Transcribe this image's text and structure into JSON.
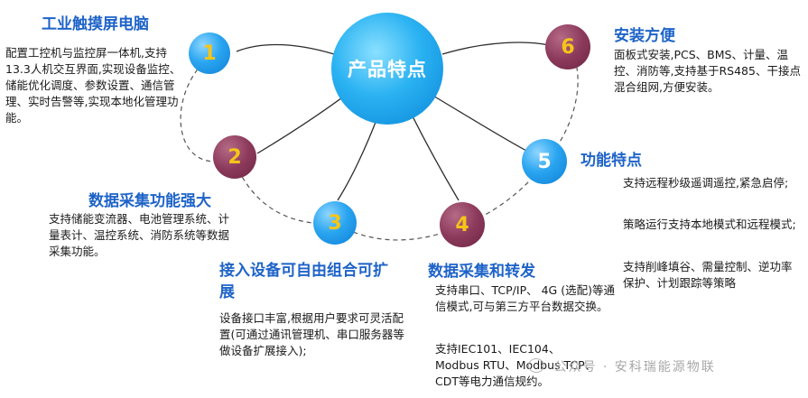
{
  "center": {
    "label": "产品特点"
  },
  "features": [
    {
      "number": "1",
      "title": "工业触摸屏电脑",
      "body": "配置工控机与监控屏一体机,支持13.3人机交互界面,实现设备监控、储能优化调度、参数设置、通信管理、实时告警等,实现本地化管理功能。"
    },
    {
      "number": "2",
      "title": "数据采集功能强大",
      "body": "支持储能变流器、电池管理系统、计量表计、温控系统、消防系统等数据采集功能。"
    },
    {
      "number": "3",
      "title": "接入设备可自由组合可扩展",
      "body": "设备接口丰富,根据用户要求可灵活配置(可通过通讯管理机、串口服务器等做设备扩展接入);"
    },
    {
      "number": "4",
      "title": "数据采集和转发",
      "body_parts": [
        "支持串口、TCP/IP、 4G (选配)等通信模式,可与第三方平台数据交换。",
        "支持IEC101、IEC104、Modbus RTU、Modbus TCP、CDT等电力通信规约。"
      ]
    },
    {
      "number": "5",
      "title": "功能特点",
      "body_parts": [
        "支持远程秒级遥调遥控,紧急启停;",
        "策略运行支持本地模式和远程模式;",
        "支持削峰填谷、需量控制、逆功率保护、计划跟踪等策略"
      ]
    },
    {
      "number": "6",
      "title": "安装方便",
      "body": "面板式安装,PCS、BMS、计量、温控、消防等,支持基于RS485、干接点混合组网,方便安装。"
    }
  ],
  "watermark": "公众号 · 安科瑞能源物联",
  "colors": {
    "title_blue": "#1e63c8",
    "number_gold": "#f5c518",
    "blue_circle": "#2aa5f0",
    "maroon_circle": "#8c3a5c",
    "connector": "#2b2b2b"
  }
}
